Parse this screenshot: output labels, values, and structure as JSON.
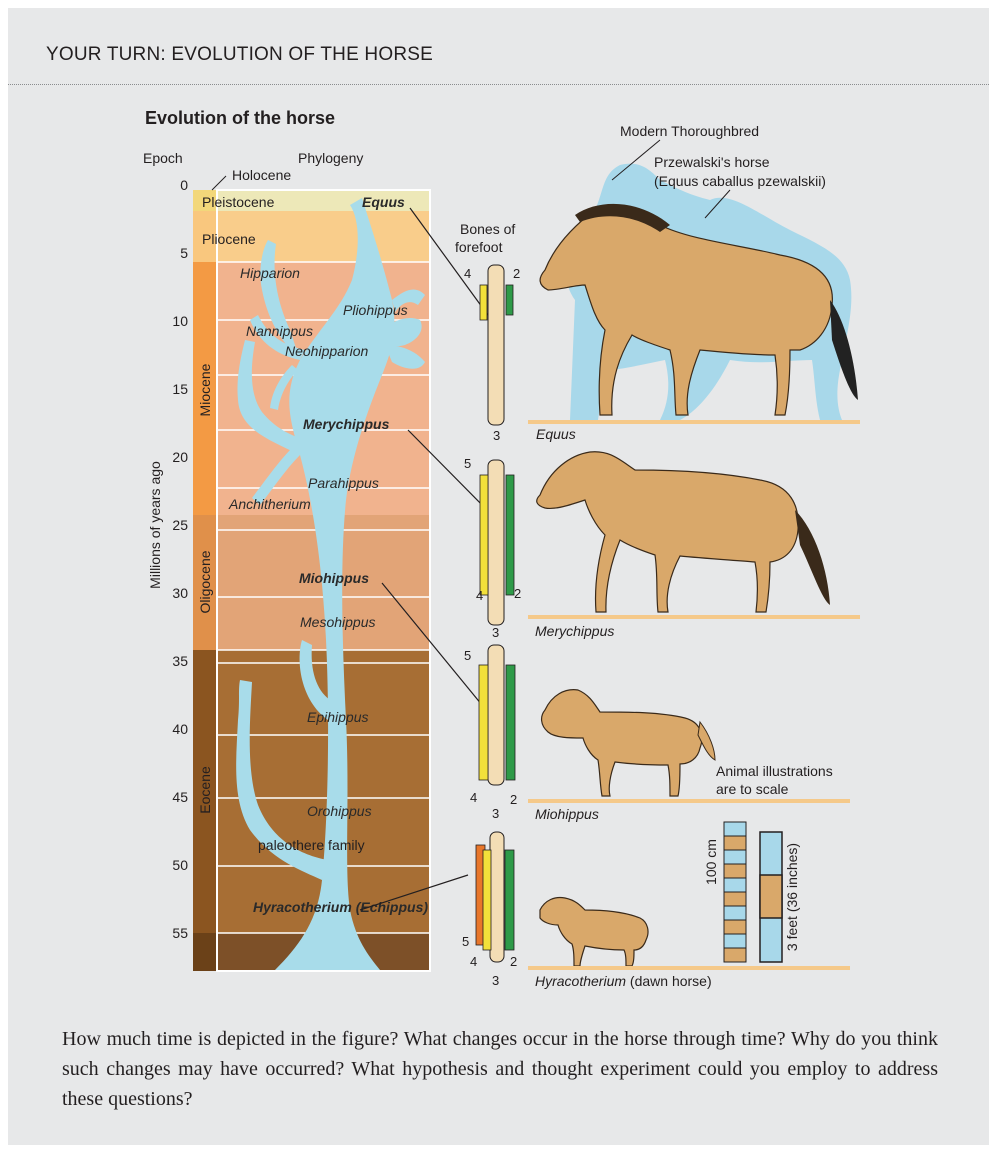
{
  "header": "YOUR TURN: EVOLUTION OF THE HORSE",
  "figure": {
    "title": "Evolution of the horse",
    "epoch_label": "Epoch",
    "phylogeny_label": "Phylogeny",
    "y_axis_label": "Millions of years ago",
    "ticks": [
      "0",
      "5",
      "10",
      "15",
      "20",
      "25",
      "30",
      "35",
      "40",
      "45",
      "50",
      "55"
    ],
    "epochs": [
      {
        "name": "Holocene",
        "from": 0,
        "to": 0.01,
        "color": "#f2d77a"
      },
      {
        "name": "Pleistocene",
        "from": 0,
        "to": 2,
        "color": "#ede8b8"
      },
      {
        "name": "Pliocene",
        "from": 2,
        "to": 5,
        "color": "#f9c77e"
      },
      {
        "name": "Miocene",
        "from": 5,
        "to": 23,
        "color": "#f0b48c"
      },
      {
        "name": "Oligocene",
        "from": 23,
        "to": 34,
        "color": "#e0a273"
      },
      {
        "name": "Eocene",
        "from": 34,
        "to": 56,
        "color": "#a0692f"
      }
    ],
    "genera": [
      {
        "name": "Equus",
        "bold": true
      },
      {
        "name": "Hipparion"
      },
      {
        "name": "Pliohippus"
      },
      {
        "name": "Nannippus"
      },
      {
        "name": "Neohipparion"
      },
      {
        "name": "Merychippus",
        "bold": true
      },
      {
        "name": "Parahippus"
      },
      {
        "name": "Anchitherium"
      },
      {
        "name": "Miohippus",
        "bold": true
      },
      {
        "name": "Mesohippus"
      },
      {
        "name": "Epihippus"
      },
      {
        "name": "Orohippus"
      },
      {
        "name": "paleothere family"
      },
      {
        "name": "Hyracotherium (Echippus)",
        "bold": true
      }
    ],
    "bones_label_1": "Bones of",
    "bones_label_2": "forefoot",
    "modern_thoroughbred": "Modern Thoroughbred",
    "przewalski_1": "Przewalski's horse",
    "przewalski_2": "(Equus caballus pzewalskii)",
    "animal_labels": [
      "Equus",
      "Merychippus",
      "Miohippus",
      "Hyracotherium"
    ],
    "dawn_horse": "(dawn horse)",
    "scale_note_1": "Animal illustrations",
    "scale_note_2": "are to scale",
    "scale_cm": "100 cm",
    "scale_ft": "3 feet (36 inches)",
    "digits": {
      "d2": "2",
      "d3": "3",
      "d4": "4",
      "d5": "5"
    },
    "colors": {
      "horse_body": "#d9a86a",
      "silhouette": "#a8d8ea",
      "phylogeny": "#a8dcea",
      "ground": "#f5c98a",
      "digit2": "#2e9a48",
      "digit4": "#f2e03a",
      "digit5": "#e8762a"
    }
  },
  "question": "How much time is depicted in the figure?  What changes occur in the horse through time? Why do you think such changes may have occurred? What hypothesis and thought experiment could you employ to address these questions?"
}
